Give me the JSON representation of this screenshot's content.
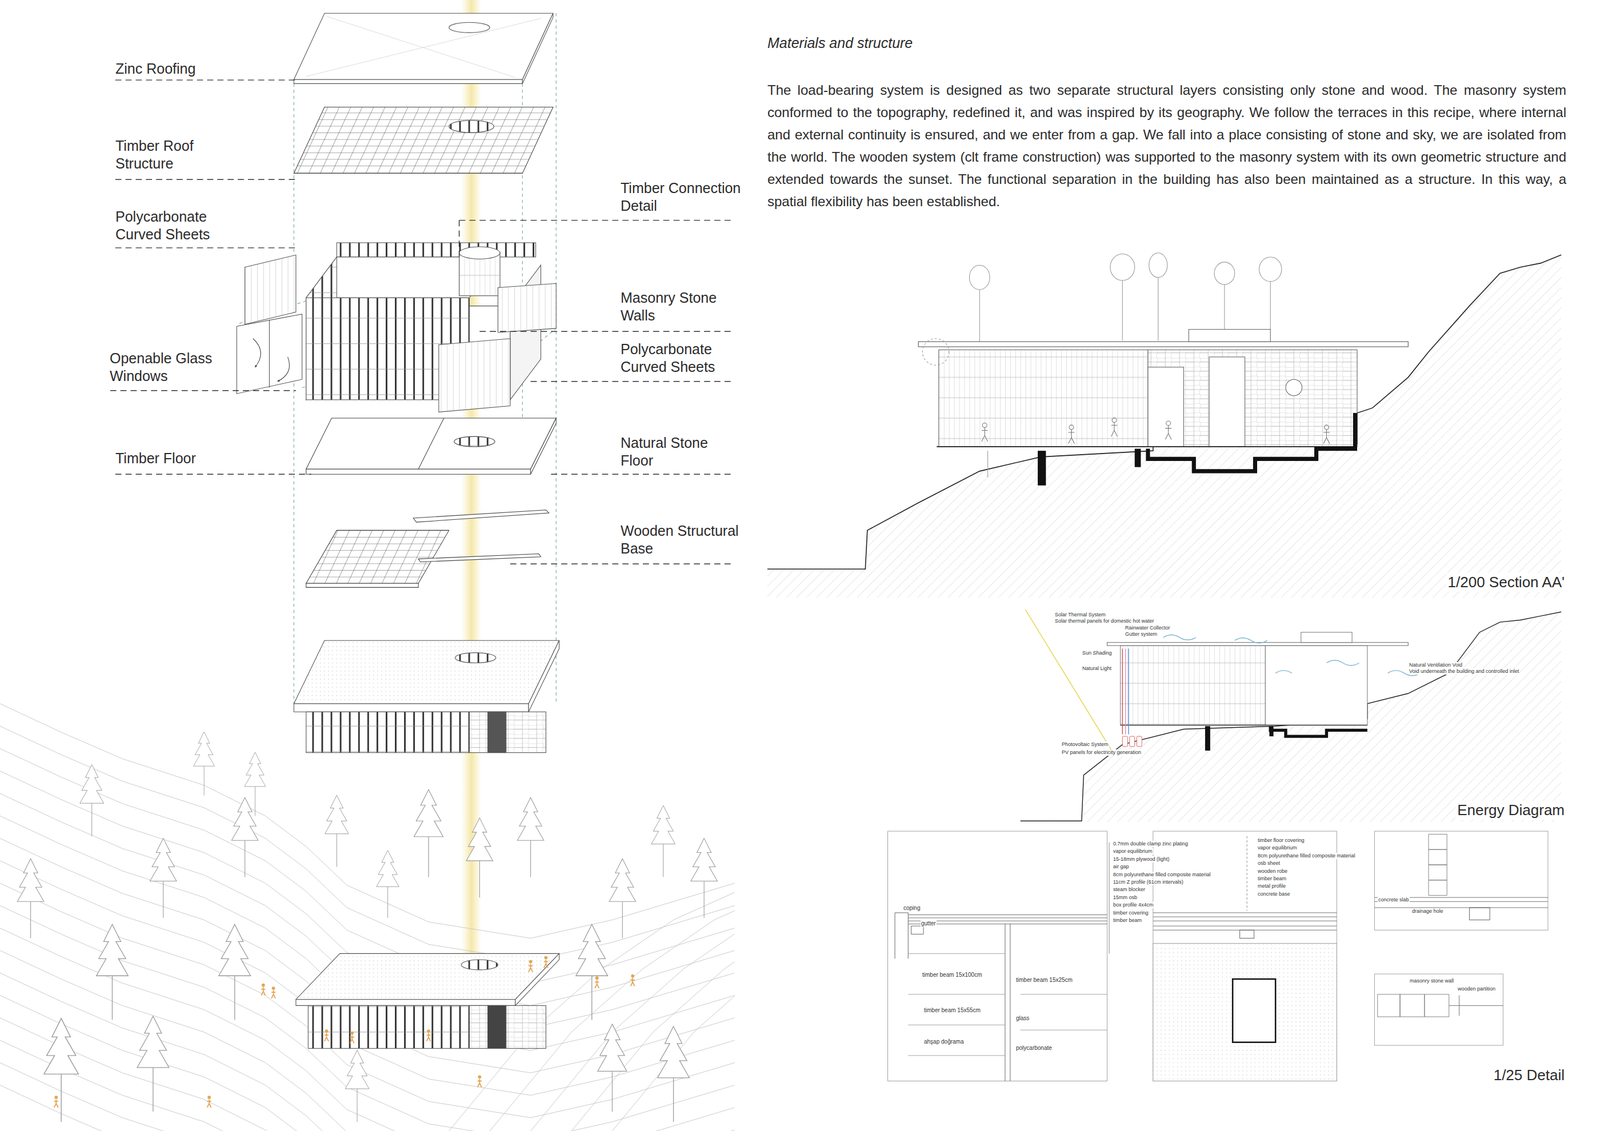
{
  "diagram": {
    "title": "Materials and structure",
    "labels": [
      "The load-bearing system is designed as two separate structural layers consisting only stone and wood. The masonry system conformed to the topography, redefined it, and was inspired by its geography. We follow the terraces in this recipe, where internal and external continuity is ensured, and we enter from a gap. We fall into a place consisting of stone and sky, we are isolated from the world. The wooden system (clt frame construction) was supported to the masonry system with its own geometric structure and extended towards the sunset. The functional separation in the building has also been maintained as a structure. In this way, a spatial flexibility has been established.",
      "Zinc Roofing",
      "Timber Roof Structure",
      "Polycarbonate Curved Sheets",
      "Openable Glass Windows",
      "Timber Floor",
      "Timber Connection Detail",
      "Masonry Stone Walls",
      "Polycarbonate Curved Sheets",
      "Natural Stone Floor",
      "Wooden Structural Base",
      "1/200 Section AA'",
      "Solar Thermal System",
      "Solar thermal panels for domestic hot water",
      "Rainwater Collector",
      "Gutter system",
      "Sun Shading",
      "Natural Light",
      "Natural Ventilation Void",
      "Void underneath the building and controlled inlet",
      "Photovoltaic System",
      "PV panels for electricity generation",
      "Energy Diagram",
      "coping",
      "gutter",
      "timber beam 15x100cm",
      "timber beam 15x25cm",
      "timber beam 15x55cm",
      "glass",
      "ahşap doğrama",
      "polycarbonate",
      "0.7mm double clamp zinc plating",
      "vapor equilibrium",
      "15-18mm plywood (light)",
      "air gap",
      "8cm polyurethane filled composite material",
      "11cm Z profile (61cm intervals)",
      "steam blocker",
      "15mm osb",
      "box profile 4x4cm",
      "timber covering",
      "timber beam",
      "timber floor covering",
      "vapor equilibrium",
      "8cm polyurethane filled composite material",
      "osb sheet",
      "wooden robe",
      "timber beam",
      "metal profile",
      "concrete base",
      "concrete slab",
      "drainage hole",
      "masonry stone wall",
      "wooden partition",
      "1/25 Detail"
    ]
  }
}
